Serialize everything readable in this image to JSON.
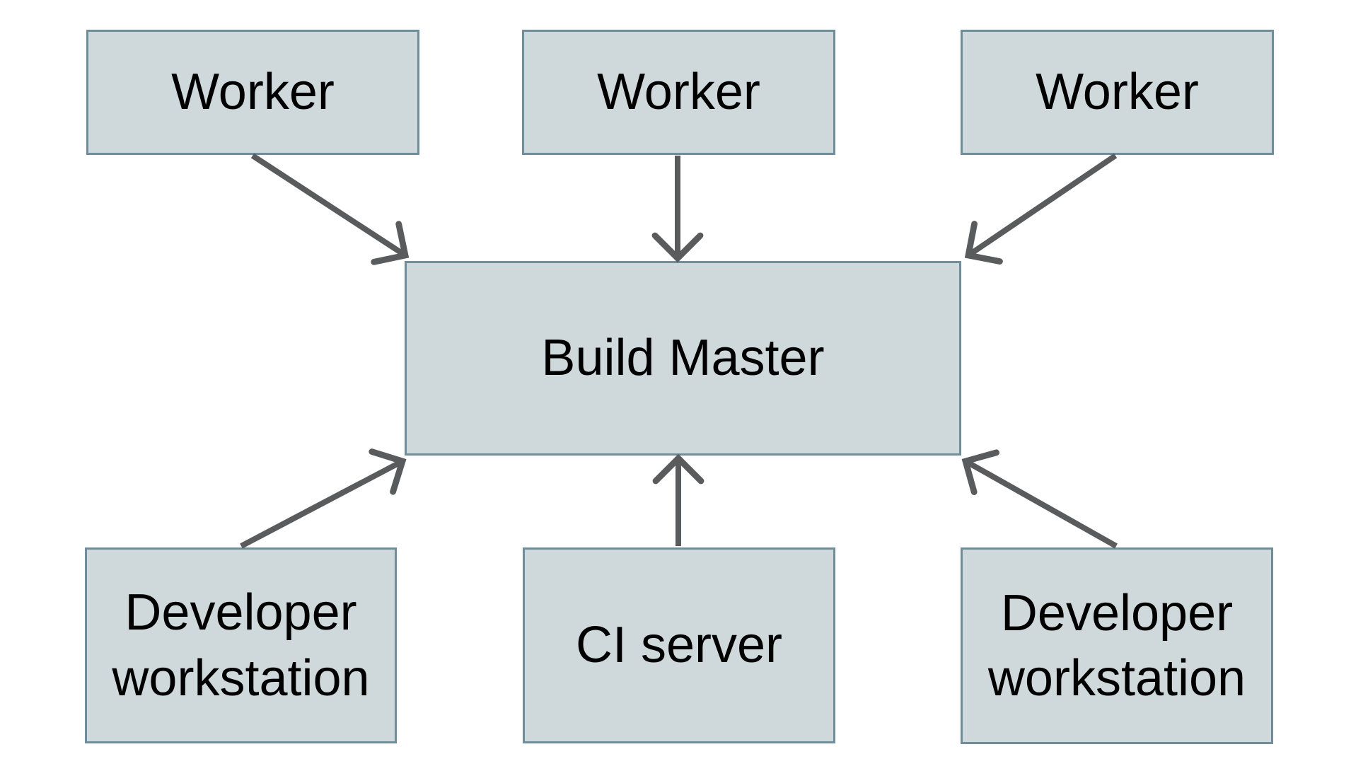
{
  "diagram": {
    "type": "architecture-diagram",
    "nodes": [
      {
        "id": "worker-1",
        "label": "Worker"
      },
      {
        "id": "worker-2",
        "label": "Worker"
      },
      {
        "id": "worker-3",
        "label": "Worker"
      },
      {
        "id": "build-master",
        "label": "Build Master"
      },
      {
        "id": "developer-workstation-left",
        "label": "Developer workstation"
      },
      {
        "id": "ci-server",
        "label": "CI server"
      },
      {
        "id": "developer-workstation-right",
        "label": "Developer workstation"
      }
    ],
    "edges": [
      {
        "from": "worker-1",
        "to": "build-master"
      },
      {
        "from": "worker-2",
        "to": "build-master"
      },
      {
        "from": "worker-3",
        "to": "build-master"
      },
      {
        "from": "developer-workstation-left",
        "to": "build-master"
      },
      {
        "from": "ci-server",
        "to": "build-master"
      },
      {
        "from": "developer-workstation-right",
        "to": "build-master"
      }
    ],
    "colors": {
      "node_fill": "#cfd8da",
      "node_border": "#6f8d9b",
      "arrow": "#595b5d",
      "text": "#000000",
      "background": "#ffffff"
    }
  }
}
